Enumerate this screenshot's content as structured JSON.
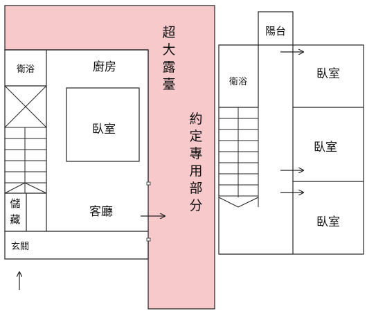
{
  "diagram": {
    "rooms": {
      "left_bath": "衛浴",
      "kitchen": "廚房",
      "left_bedroom": "臥室",
      "storage": "儲藏",
      "living_room": "客廳",
      "entrance": "玄關",
      "balcony": "陽台",
      "right_bath": "衛浴",
      "right_bedroom_top": "臥室",
      "right_bedroom_mid": "臥室",
      "right_bedroom_bottom": "臥室"
    },
    "terrace_label": "超大露臺",
    "reserved_label": "約定專用部分"
  },
  "colors": {
    "terrace_fill": "#f7c9cb",
    "line": "#222222",
    "background": "#ffffff"
  }
}
